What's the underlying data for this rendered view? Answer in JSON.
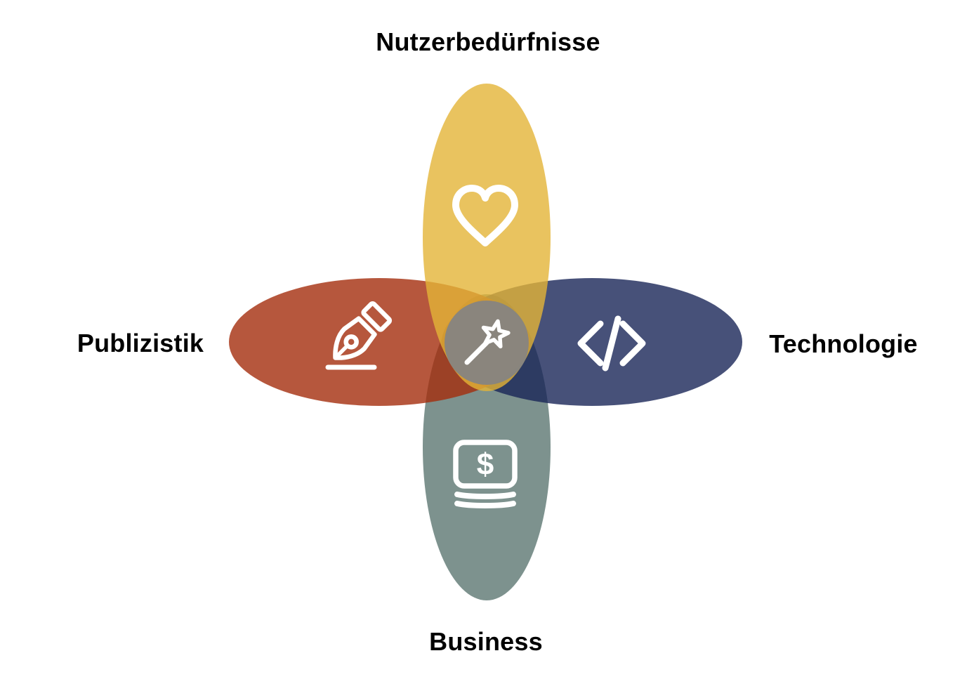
{
  "diagram": {
    "background": "#FFFFFF",
    "icon_color": "#FFFFFF",
    "label_color": "#000000",
    "petals": [
      {
        "id": "nutzerbeduerfnisse",
        "label": "Nutzerbedürfnisse",
        "position": "top",
        "color": "#E9C35F",
        "render_fill": "#E4B437",
        "icon": "heart-icon"
      },
      {
        "id": "publizistik",
        "label": "Publizistik",
        "position": "left",
        "color": "#B6573D",
        "render_fill": "#A42D0D",
        "icon": "pen-nib-icon"
      },
      {
        "id": "technologie",
        "label": "Technologie",
        "position": "right",
        "color": "#475078",
        "render_fill": "#192557",
        "icon": "code-icon"
      },
      {
        "id": "business",
        "label": "Business",
        "position": "bottom",
        "color": "#7D928E",
        "render_fill": "#5D7772",
        "icon": "money-stack-icon",
        "icon_glyph": "$"
      }
    ],
    "center": {
      "color": "#8D8D8D",
      "render_fill": "#838383",
      "icon": "magic-wand-icon"
    }
  }
}
